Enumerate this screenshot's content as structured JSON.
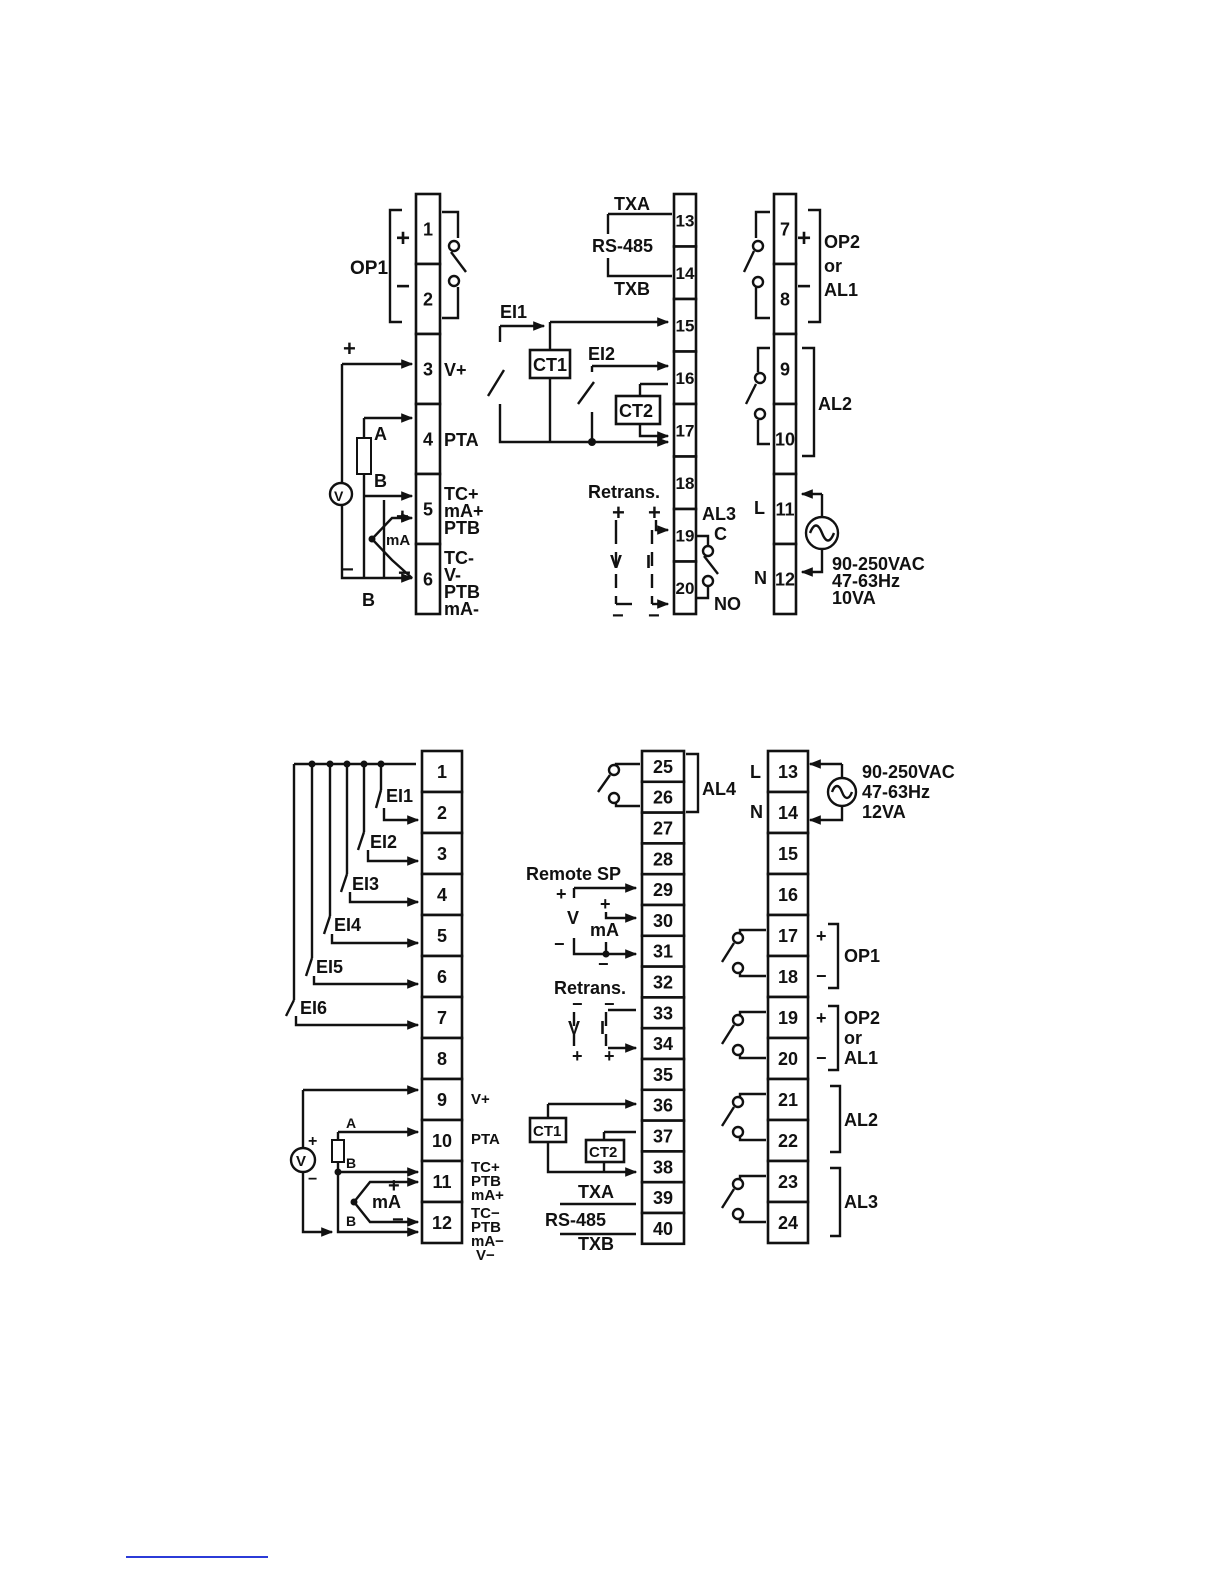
{
  "diagram1": {
    "left_strip": {
      "terminals": [
        "1",
        "2",
        "3",
        "4",
        "5",
        "6"
      ]
    },
    "mid_strip": {
      "terminals": [
        "13",
        "14",
        "15",
        "16",
        "17",
        "18",
        "19",
        "20"
      ]
    },
    "right_strip": {
      "terminals": [
        "7",
        "8",
        "9",
        "10",
        "11",
        "12"
      ]
    },
    "labels": {
      "op1": "OP1",
      "plus": "+",
      "minus": "−",
      "vplus": "V+",
      "pta": "PTA",
      "t5_1": "TC+",
      "t5_2": "mA+",
      "t5_3": "PTB",
      "t6_1": "TC-",
      "t6_2": "V-",
      "t6_3": "PTB",
      "t6_4": "mA-",
      "a": "A",
      "b": "B",
      "b2": "B",
      "v": "V",
      "ma": "mA",
      "txa": "TXA",
      "rs485": "RS-485",
      "txb": "TXB",
      "ei1": "EI1",
      "ei2": "EI2",
      "ct1": "CT1",
      "ct2": "CT2",
      "retrans": "Retrans.",
      "rv": "V",
      "ri": "I",
      "al3": "AL3",
      "c": "C",
      "no": "NO",
      "op2": "OP2",
      "or": "or",
      "al1": "AL1",
      "al2": "AL2",
      "l": "L",
      "n": "N",
      "supply1": "90-250VAC",
      "supply2": "47-63Hz",
      "supply3": "10VA"
    }
  },
  "diagram2": {
    "left_strip": {
      "terminals": [
        "1",
        "2",
        "3",
        "4",
        "5",
        "6",
        "7",
        "8",
        "9",
        "10",
        "11",
        "12"
      ]
    },
    "mid_strip": {
      "terminals": [
        "25",
        "26",
        "27",
        "28",
        "29",
        "30",
        "31",
        "32",
        "33",
        "34",
        "35",
        "36",
        "37",
        "38",
        "39",
        "40"
      ]
    },
    "right_strip": {
      "terminals": [
        "13",
        "14",
        "15",
        "16",
        "17",
        "18",
        "19",
        "20",
        "21",
        "22",
        "23",
        "24"
      ]
    },
    "labels": {
      "ei1": "EI1",
      "ei2": "EI2",
      "ei3": "EI3",
      "ei4": "EI4",
      "ei5": "EI5",
      "ei6": "EI6",
      "vplus": "V+",
      "pta": "PTA",
      "t11_1": "TC+",
      "t11_2": "PTB",
      "t11_3": "mA+",
      "t12_1": "TC−",
      "t12_2": "PTB",
      "t12_3": "mA−",
      "t12_4": "V−",
      "a": "A",
      "b": "B",
      "b2": "B",
      "v": "V",
      "ma": "mA",
      "plus": "+",
      "minus": "−",
      "al4": "AL4",
      "remote_sp": "Remote SP",
      "rv": "V",
      "rma": "mA",
      "retrans": "Retrans.",
      "tv": "V",
      "ti": "I",
      "ct1": "CT1",
      "ct2": "CT2",
      "txa": "TXA",
      "rs485": "RS-485",
      "txb": "TXB",
      "l": "L",
      "n": "N",
      "supply1": "90-250VAC",
      "supply2": "47-63Hz",
      "supply3": "12VA",
      "op1": "OP1",
      "op2": "OP2",
      "or": "or",
      "al1": "AL1",
      "al2": "AL2",
      "al3": "AL3"
    }
  }
}
